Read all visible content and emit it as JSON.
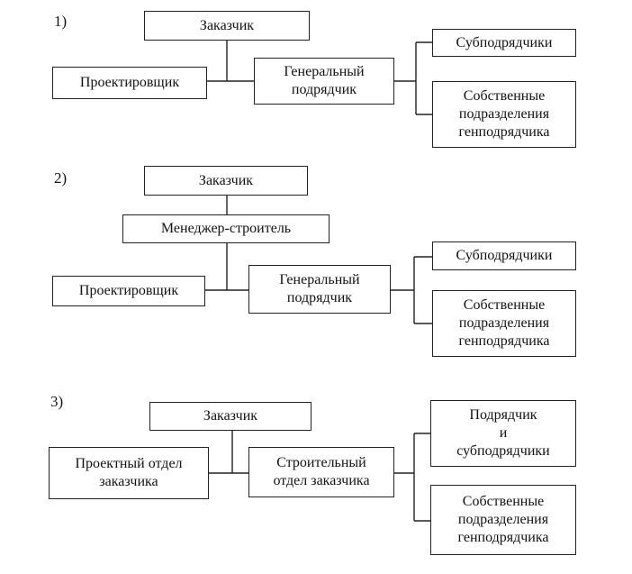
{
  "diagram1": {
    "number": "1)",
    "customer": "Заказчик",
    "designer": "Проектировщик",
    "general": "Генеральный\nподрядчик",
    "sub": "Субподрядчики",
    "own": "Собственные\nподразделения\nгенподрядчика"
  },
  "diagram2": {
    "number": "2)",
    "customer": "Заказчик",
    "manager": "Менеджер-строитель",
    "designer": "Проектировщик",
    "general": "Генеральный\nподрядчик",
    "sub": "Субподрядчики",
    "own": "Собственные\nподразделения\nгенподрядчика"
  },
  "diagram3": {
    "number": "3)",
    "customer": "Заказчик",
    "design_dept": "Проектный отдел\nзаказчика",
    "construction_dept": "Строительный\nотдел заказчика",
    "contractor": "Подрядчик\nи\nсубподрядчики",
    "own": "Собственные\nподразделения\nгенподрядчика"
  }
}
